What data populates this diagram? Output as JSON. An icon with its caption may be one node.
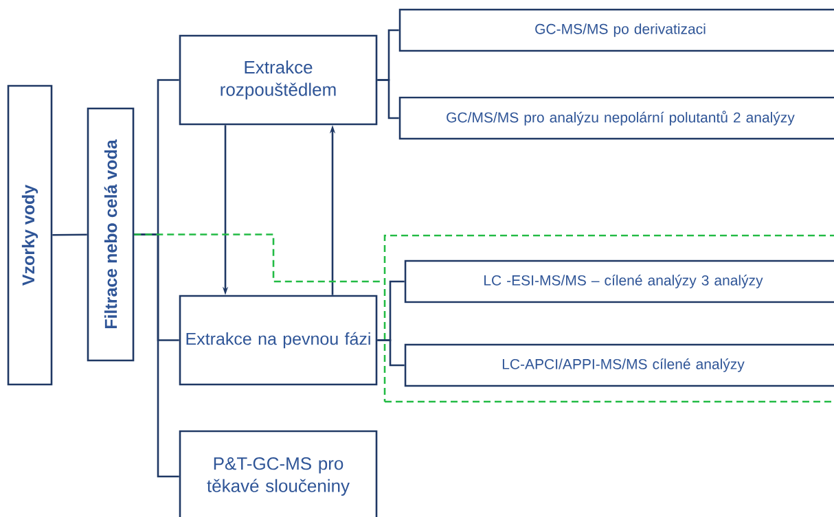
{
  "diagram": {
    "nodes": [
      {
        "text": [
          "Vzorky vody"
        ]
      },
      {
        "text": [
          "Filtrace nebo celá voda"
        ]
      },
      {
        "text": [
          "Extrakce rozpouštědlem"
        ]
      },
      {
        "text": [
          "Extrakce na pevnou fázi"
        ]
      },
      {
        "text": [
          "P&T-GC-MS pro těkavé sloučeniny"
        ]
      },
      {
        "text": [
          "GC-MS/MS po derivatizaci"
        ]
      },
      {
        "text": [
          "GC/MS/MS pro analýzu nepolární polutantů 2 analýzy"
        ]
      },
      {
        "text": [],
        "shape": "box"
      },
      {
        "text": [
          "LC -ESI-MS/MS – cílené analýzy 3 analýzy"
        ],
        "in": 7
      },
      {
        "text": [
          "LC-APCI/APPI-MS/MS cílené analýzy"
        ],
        "in": 7
      }
    ],
    "edges": [
      {
        "from": 0,
        "to": 1,
        "arrow": "none"
      },
      {
        "from": 1,
        "to": 2,
        "arrow": "none"
      },
      {
        "from": 1,
        "to": 3,
        "arrow": "none"
      },
      {
        "from": 1,
        "to": 4,
        "arrow": "none"
      },
      {
        "from": 2,
        "to": 3,
        "arrow": "to"
      },
      {
        "from": 3,
        "to": 2,
        "arrow": "to"
      },
      {
        "from": 2,
        "to": 5,
        "arrow": "none"
      },
      {
        "from": 2,
        "to": 6,
        "arrow": "none"
      },
      {
        "from": 3,
        "to": 8,
        "arrow": "none"
      },
      {
        "from": 3,
        "to": 9,
        "arrow": "none"
      },
      {
        "from": 1,
        "to": 7,
        "arrow": "none",
        "style": "dashed",
        "color": "#22bb44"
      }
    ]
  }
}
